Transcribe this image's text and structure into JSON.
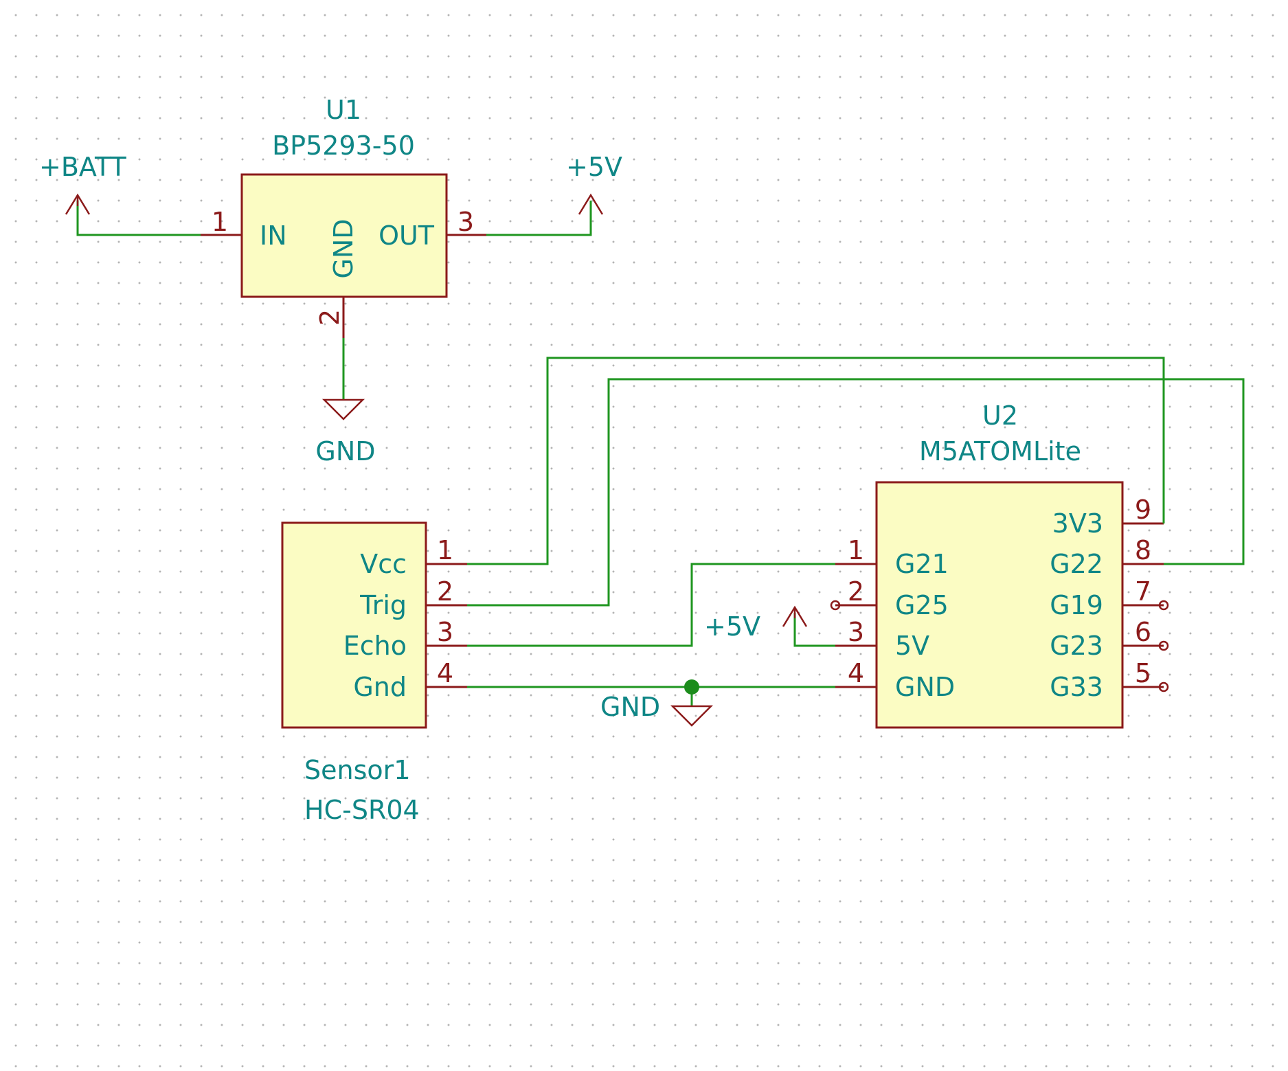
{
  "u1": {
    "ref": "U1",
    "value": "BP5293-50",
    "pins": [
      {
        "num": "1",
        "name": "IN"
      },
      {
        "num": "2",
        "name": "GND"
      },
      {
        "num": "3",
        "name": "OUT"
      }
    ]
  },
  "u2": {
    "ref": "U2",
    "value": "M5ATOMLite",
    "left_pins": [
      {
        "num": "1",
        "name": "G21"
      },
      {
        "num": "2",
        "name": "G25"
      },
      {
        "num": "3",
        "name": "5V"
      },
      {
        "num": "4",
        "name": "GND"
      }
    ],
    "right_pins": [
      {
        "num": "9",
        "name": "3V3"
      },
      {
        "num": "8",
        "name": "G22"
      },
      {
        "num": "7",
        "name": "G19"
      },
      {
        "num": "6",
        "name": "G23"
      },
      {
        "num": "5",
        "name": "G33"
      }
    ]
  },
  "sensor": {
    "ref": "Sensor1",
    "value": "HC-SR04",
    "pins": [
      {
        "num": "1",
        "name": "Vcc"
      },
      {
        "num": "2",
        "name": "Trig"
      },
      {
        "num": "3",
        "name": "Echo"
      },
      {
        "num": "4",
        "name": "Gnd"
      }
    ]
  },
  "power": {
    "batt": "+BATT",
    "v5_top": "+5V",
    "gnd_top": "GND",
    "v5_u2": "+5V",
    "gnd_bottom": "GND"
  },
  "colors": {
    "wire": "#1f9620",
    "component": "#8b1a1a",
    "label": "#0f8686",
    "body_fill": "#fbfcc3"
  }
}
